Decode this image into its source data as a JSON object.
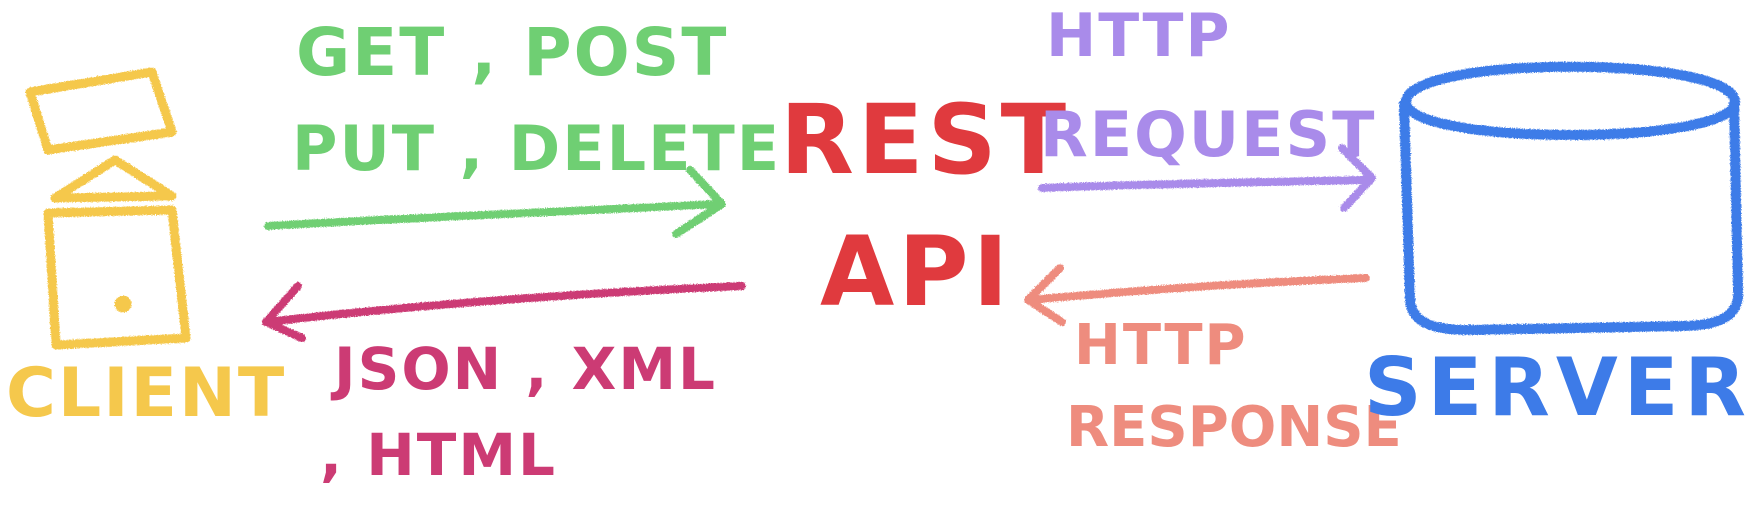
{
  "colors": {
    "client": "#F5C84C",
    "request": "#6FCF73",
    "response": "#CC3B74",
    "api": "#E03A3E",
    "http_request": "#A98BEA",
    "http_response": "#EE8C7E",
    "server": "#3D7BE8"
  },
  "client": {
    "label": "CLIENT",
    "icon": "computer-icon"
  },
  "request": {
    "line1": "GET , POST",
    "line2": "PUT , DELETE"
  },
  "response": {
    "line1": "JSON , XML",
    "line2": ", HTML"
  },
  "api": {
    "line1": "REST",
    "line2": "API"
  },
  "http_request": {
    "line1": "HTTP",
    "line2": "REQUEST"
  },
  "http_response": {
    "line1": "HTTP",
    "line2": "RESPONSE"
  },
  "server": {
    "label": "SERVER",
    "icon": "database-icon"
  }
}
